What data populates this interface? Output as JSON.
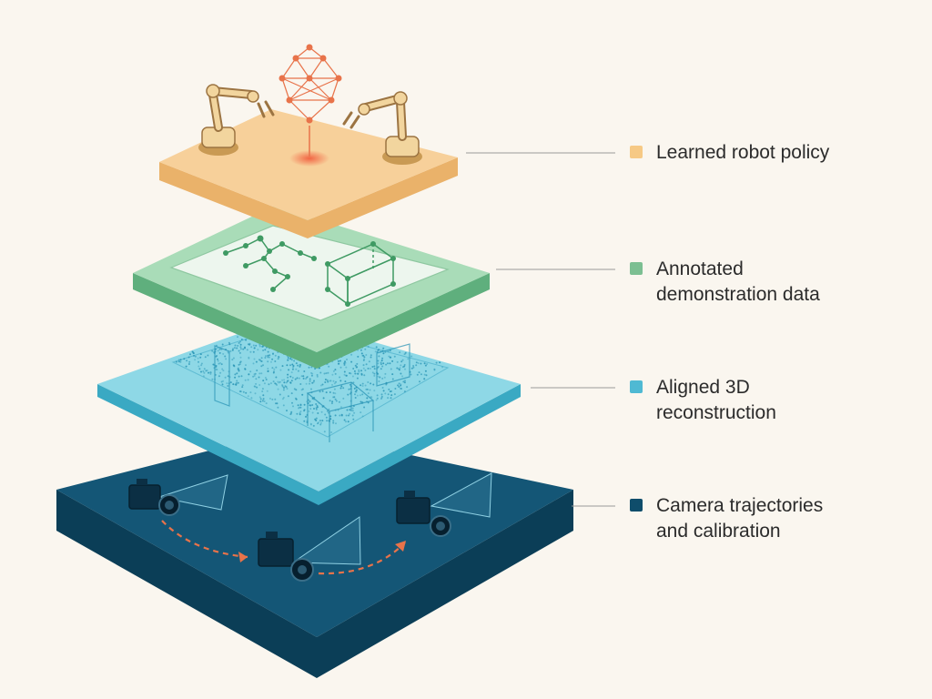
{
  "colors": {
    "background": "#faf6ef",
    "policy": "#f6c985",
    "annotated": "#8dc9a2",
    "reconstruction": "#5bc3d8",
    "camera": "#0f4d6b",
    "trajectory": "#e8734a",
    "text": "#2b2b2b"
  },
  "legend": [
    {
      "id": "policy",
      "label": "Learned robot policy",
      "color": "#f6c985"
    },
    {
      "id": "annotated",
      "label": "Annotated\ndemonstration data",
      "color": "#7cbf92"
    },
    {
      "id": "reconstruction",
      "label": "Aligned 3D\nreconstruction",
      "color": "#4fb9d3"
    },
    {
      "id": "camera",
      "label": "Camera trajectories\nand calibration",
      "color": "#0f4d6b"
    }
  ],
  "icons": [
    "robot-arm-icon",
    "neural-network-icon",
    "skeleton-graph-icon",
    "bounding-box-cube-icon",
    "point-cloud-icon",
    "camera-icon",
    "trajectory-arrow-icon"
  ]
}
